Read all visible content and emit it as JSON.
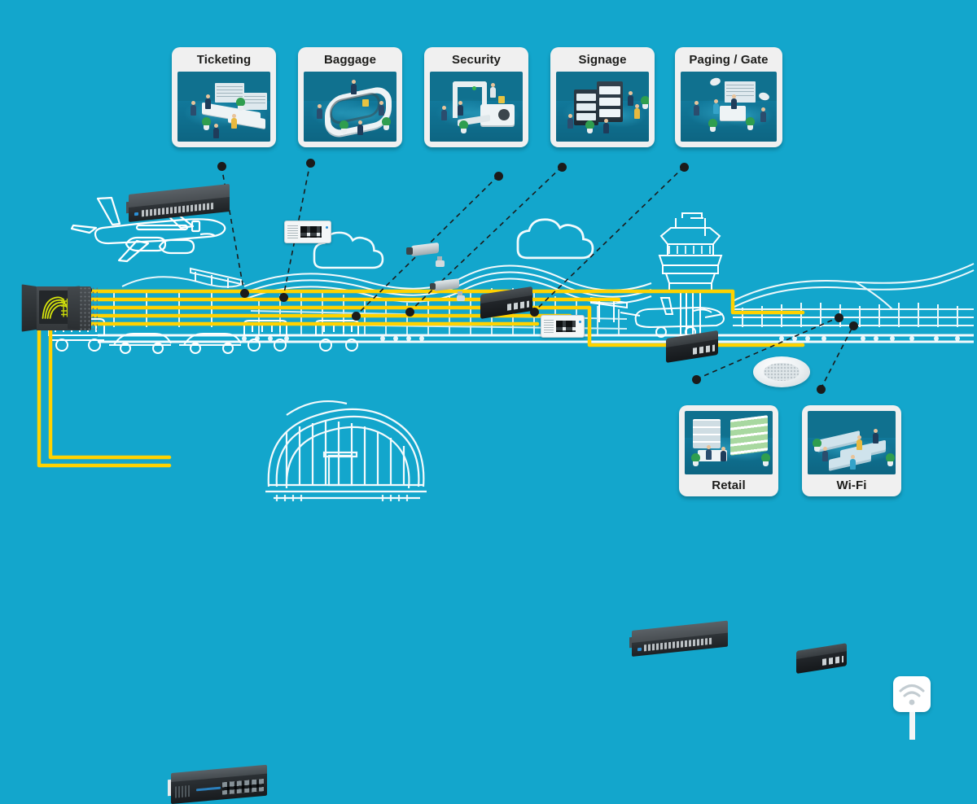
{
  "meta": {
    "title": "Airport Network Infrastructure Diagram",
    "background_color": "#13a6cc",
    "accent_cable_color": "#ffd200",
    "line_art_color": "#ffffff",
    "card_bg_color": "#f0f0f0",
    "thumb_bg_color": "#10718f",
    "link_color": "#1b1b1b"
  },
  "top_cards": [
    {
      "label": "Ticketing",
      "scene": "ticket-counter-isometric"
    },
    {
      "label": "Baggage",
      "scene": "baggage-carousel-isometric"
    },
    {
      "label": "Security",
      "scene": "security-screening-isometric"
    },
    {
      "label": "Signage",
      "scene": "digital-signage-isometric"
    },
    {
      "label": "Paging / Gate",
      "scene": "gate-paging-isometric"
    }
  ],
  "bottom_cards": [
    {
      "label": "Retail",
      "scene": "retail-shop-isometric"
    },
    {
      "label": "Wi-Fi",
      "scene": "passenger-seating-wifi-isometric"
    }
  ],
  "devices": [
    {
      "name": "core-fiber-cabinet",
      "type": "fiber-distribution-cabinet"
    },
    {
      "name": "ticketing-rack-switch",
      "type": "48-port-rack-switch"
    },
    {
      "name": "baggage-industrial-switch",
      "type": "din-rail-industrial-switch"
    },
    {
      "name": "security-camera-1",
      "type": "ip-surveillance-camera"
    },
    {
      "name": "security-camera-2",
      "type": "ip-surveillance-camera"
    },
    {
      "name": "security-desktop-switch",
      "type": "desktop-switch"
    },
    {
      "name": "signage-industrial-switch",
      "type": "din-rail-industrial-switch"
    },
    {
      "name": "paging-desktop-switch",
      "type": "desktop-switch"
    },
    {
      "name": "ceiling-speaker",
      "type": "paging-ceiling-speaker"
    },
    {
      "name": "retail-rack-switch",
      "type": "48-port-rack-switch"
    },
    {
      "name": "wifi-desktop-switch",
      "type": "desktop-switch"
    },
    {
      "name": "wireless-access-point",
      "type": "wall-mount-access-point"
    },
    {
      "name": "datacenter-firewall",
      "type": "rack-firewall-appliance"
    }
  ],
  "scenery": [
    {
      "name": "airplane-in-flight",
      "type": "line-art-aircraft"
    },
    {
      "name": "cloud-left",
      "type": "line-art-cloud"
    },
    {
      "name": "cloud-right",
      "type": "line-art-cloud"
    },
    {
      "name": "control-tower",
      "type": "line-art-control-tower"
    },
    {
      "name": "terminal-building",
      "type": "line-art-terminal"
    },
    {
      "name": "parked-aircraft",
      "type": "line-art-aircraft-at-gate"
    },
    {
      "name": "admin-building",
      "type": "line-art-administration-building"
    },
    {
      "name": "shuttle-bus",
      "type": "line-art-bus"
    },
    {
      "name": "car-1",
      "type": "line-art-car"
    },
    {
      "name": "car-2",
      "type": "line-art-car"
    }
  ]
}
